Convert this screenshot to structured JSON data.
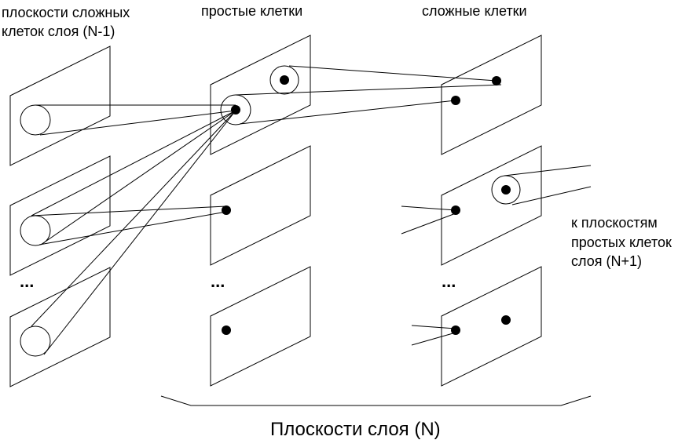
{
  "labels": {
    "col_prev_line1": "плоскости сложных",
    "col_prev_line2": "клеток слоя (N-1)",
    "col_simple": "простые клетки",
    "col_complex": "сложные клетки",
    "right_line1": "к плоскостям",
    "right_line2": "простых клеток",
    "right_line3": "слоя (N+1)",
    "caption": "Плоскости слоя (N)",
    "ellipsis": "..."
  },
  "colors": {
    "stroke": "#000000",
    "fill": "#000000",
    "background": "#ffffff"
  }
}
